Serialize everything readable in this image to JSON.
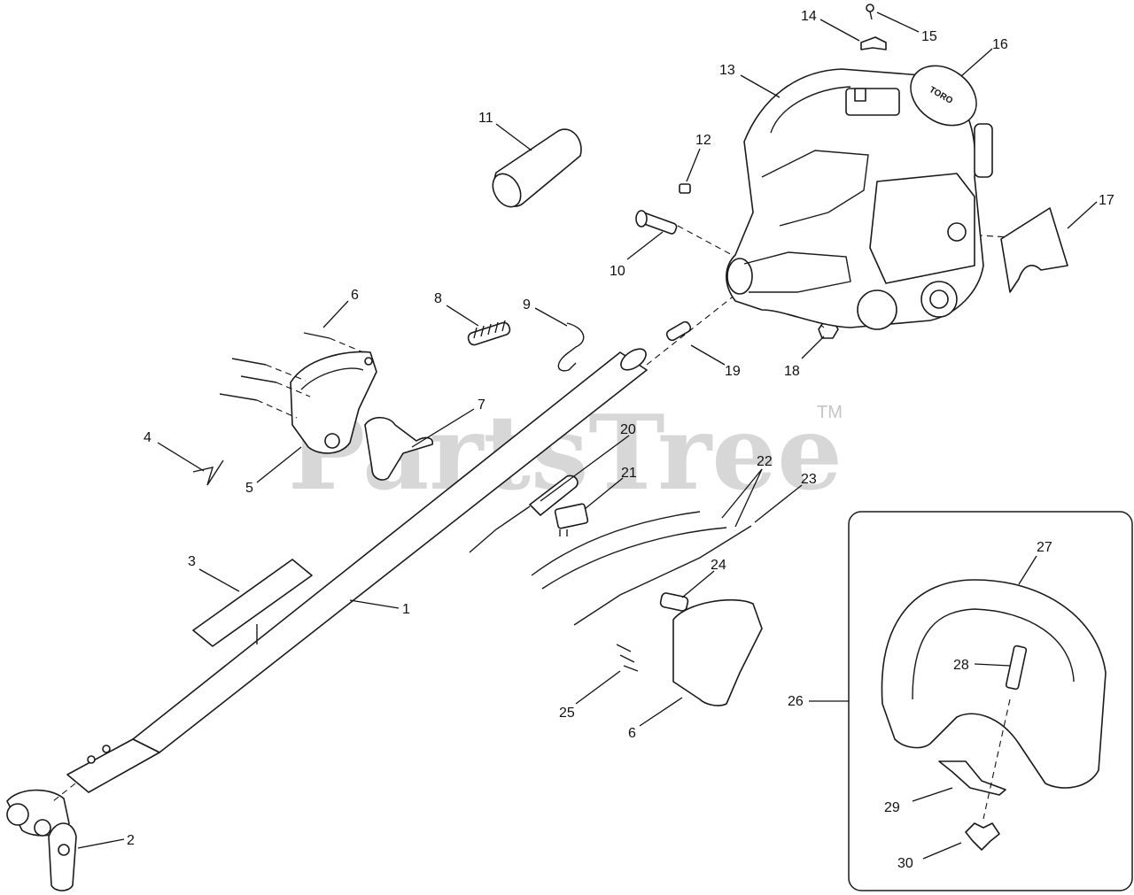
{
  "watermark": {
    "brand": "PartsTree",
    "tm": "TM"
  },
  "label_16_logo": "TORO",
  "callouts": {
    "c1": "1",
    "c2": "2",
    "c3": "3",
    "c4": "4",
    "c5": "5",
    "c6a": "6",
    "c6b": "6",
    "c7": "7",
    "c8": "8",
    "c9": "9",
    "c10": "10",
    "c11": "11",
    "c12": "12",
    "c13": "13",
    "c14": "14",
    "c15": "15",
    "c16": "16",
    "c17": "17",
    "c18": "18",
    "c19": "19",
    "c20": "20",
    "c21": "21",
    "c22": "22",
    "c23": "23",
    "c24": "24",
    "c25": "25",
    "c26": "26",
    "c27": "27",
    "c28": "28",
    "c29": "29",
    "c30": "30"
  }
}
